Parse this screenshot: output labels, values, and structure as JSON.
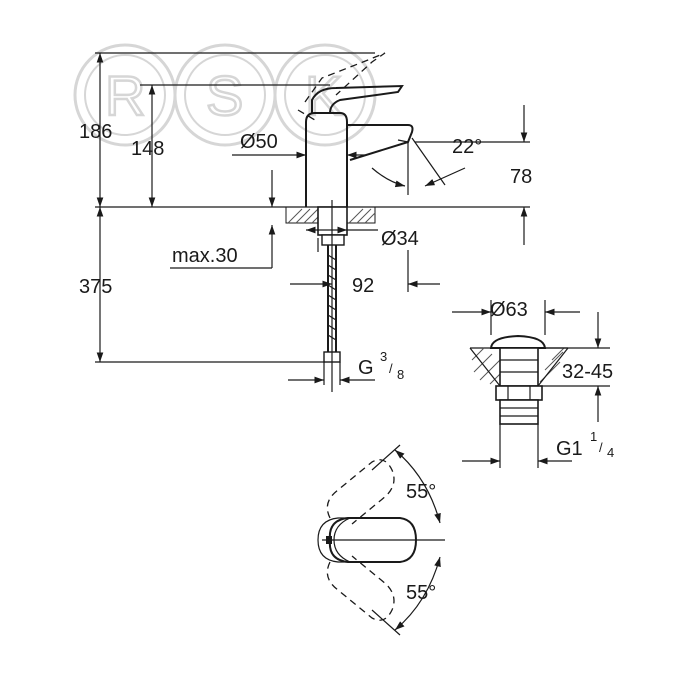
{
  "watermark": {
    "letters": [
      "R",
      "S",
      "K"
    ],
    "color": "#d6d6d6"
  },
  "side_view": {
    "height_total": "186",
    "height_spout": "148",
    "body_diameter": "Ø50",
    "spout_angle": "22°",
    "spout_height": "78",
    "bottom_diameter": "Ø34",
    "counter_thickness": "max.30",
    "projection": "92",
    "hose_length": "375",
    "thread": {
      "base": "G",
      "sup": "3",
      "sub": "8"
    }
  },
  "waste_view": {
    "diameter": "Ø63",
    "height_range": "32-45",
    "thread": {
      "base": "G1",
      "sup": "1",
      "sub": "4"
    }
  },
  "top_view": {
    "angle_top": "55°",
    "angle_bottom": "55°"
  }
}
